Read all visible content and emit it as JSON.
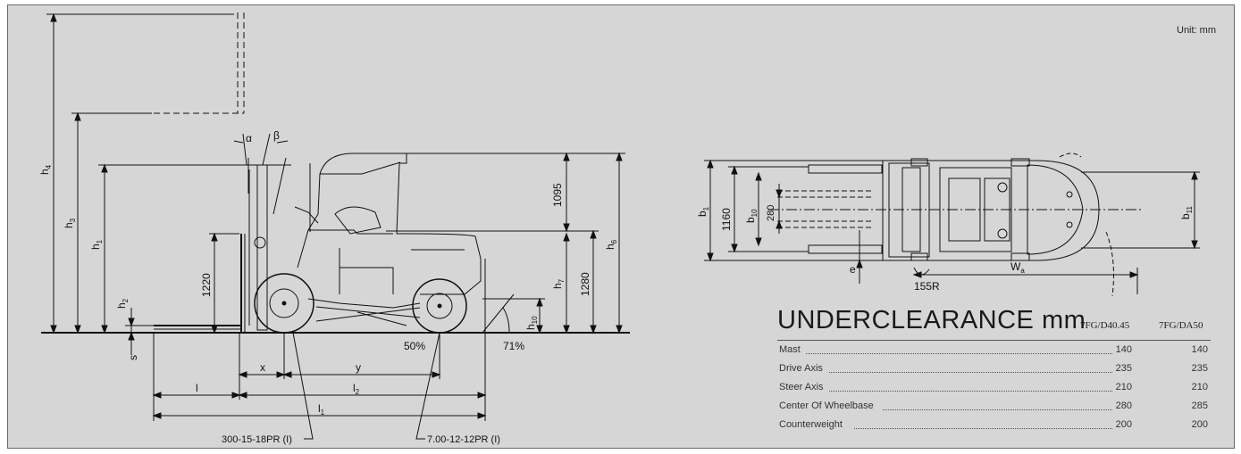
{
  "unit_note": "Unit: mm",
  "side_view": {
    "labels": {
      "alpha": "α",
      "beta": "β",
      "h4": "h",
      "h4_sub": "4",
      "h3": "h",
      "h3_sub": "3",
      "h1": "h",
      "h1_sub": "1",
      "h2": "h",
      "h2_sub": "2",
      "h7": "h",
      "h7_sub": "7",
      "h6": "h",
      "h6_sub": "6",
      "h10": "h",
      "h10_sub": "10",
      "s": "s",
      "x": "x",
      "y": "y",
      "l": "l",
      "l2": "l",
      "l2_sub": "2",
      "l1": "l",
      "l1_sub": "1"
    },
    "dims": {
      "d1220": "1220",
      "d1095": "1095",
      "d1280": "1280"
    },
    "percents": {
      "p50": "50%",
      "p71": "71%"
    },
    "tires": {
      "front": "300-15-18PR (I)",
      "rear": "7.00-12-12PR (I)"
    }
  },
  "top_view": {
    "labels": {
      "b1": "b",
      "b1_sub": "1",
      "b10": "b",
      "b10_sub": "10",
      "b11": "b",
      "b11_sub": "11",
      "e": "e",
      "wa": "W",
      "wa_sub": "a",
      "r155": "155R"
    },
    "dims": {
      "d1160": "1160",
      "d280": "280"
    }
  },
  "underclearance": {
    "title": "UNDERCLEARANCE mm",
    "columns": [
      "7FG/D40.45",
      "7FG/DA50"
    ],
    "rows": [
      {
        "label": "Mast",
        "v1": "140",
        "v2": "140"
      },
      {
        "label": "Drive Axis",
        "v1": "235",
        "v2": "235"
      },
      {
        "label": "Steer Axis",
        "v1": "210",
        "v2": "210"
      },
      {
        "label": "Center Of Wheelbase",
        "v1": "280",
        "v2": "285"
      },
      {
        "label": "Counterweight",
        "v1": "200",
        "v2": "200"
      }
    ]
  }
}
